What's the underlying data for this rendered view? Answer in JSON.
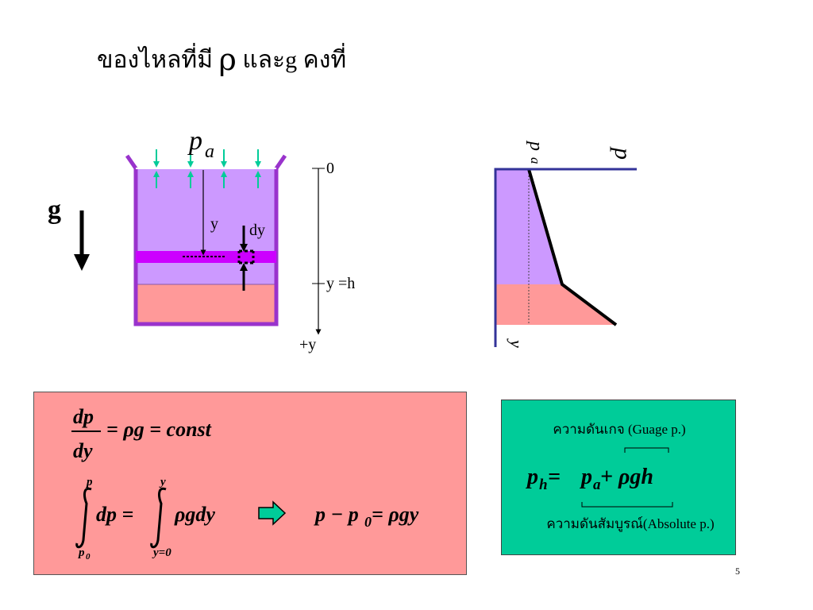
{
  "slide": {
    "title_prefix": "ของไหลที่มี",
    "title_rho": "ρ",
    "title_suffix": "และg  คงที่",
    "page_number": "5"
  },
  "tank_diagram": {
    "gravity_label": "g",
    "pa_symbol": "p",
    "pa_subscript": "a",
    "y_label": "y",
    "dy_label": "dy",
    "axis_zero": "0",
    "axis_h": "y =h",
    "axis_plus_y": "+y",
    "colors": {
      "fluid_upper": "#cc99ff",
      "fluid_lower": "#ff9999",
      "container": "#9933cc",
      "slab": "#cc00ff",
      "arrow_green": "#00cc99"
    }
  },
  "pressure_profile": {
    "p_label": "p",
    "pa_symbol": "p",
    "pa_subscript": "a",
    "y_label": "y",
    "colors": {
      "axis": "#333399",
      "upper": "#cc99ff",
      "lower": "#ff9999"
    }
  },
  "equations": {
    "eq1_num": "dp",
    "eq1_den": "dy",
    "eq1_rhs": "= ρg = const",
    "int1_upper": "p",
    "int1_lower_base": "p",
    "int1_lower_sub": "0",
    "int1_body": "dp =",
    "int2_upper": "y",
    "int2_lower": "y=0",
    "int2_body": "ρgdy",
    "result_lhs": "p − p",
    "result_sub": "0",
    "result_rhs": " = ρgy",
    "box_color": "#ff9999"
  },
  "gauge_box": {
    "gauge_label": "ความดันเกจ (Guage p.)",
    "eq_ph": "p",
    "eq_ph_sub": "h",
    "eq_eq": " = ",
    "eq_pa": "p",
    "eq_pa_sub": "a",
    "eq_plus": " + ρgh",
    "absolute_label": "ความดันสัมบูรณ์(Absolute p.)",
    "box_color": "#00cc99"
  }
}
